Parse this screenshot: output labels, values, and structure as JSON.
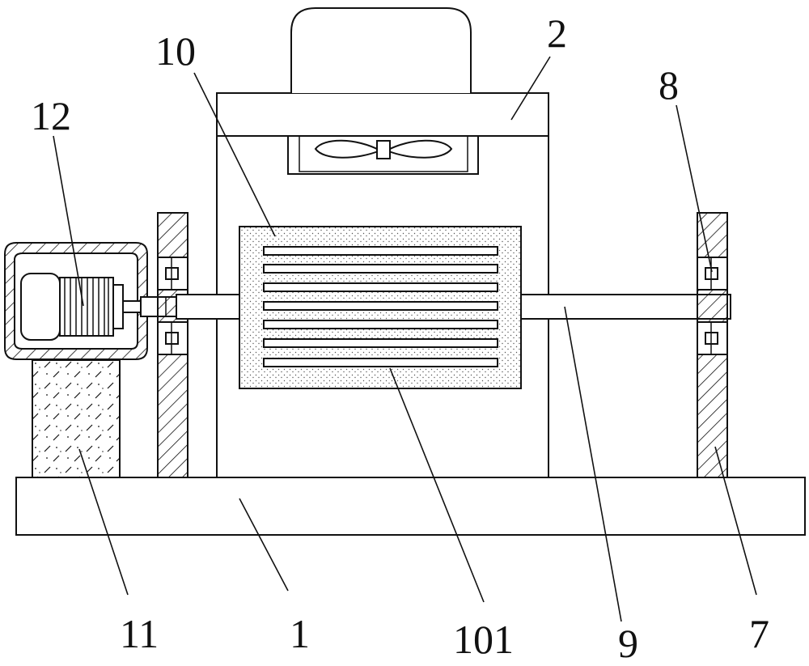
{
  "labels": {
    "base": "1",
    "housing": "2",
    "right_support": "7",
    "bearing": "8",
    "shaft": "9",
    "drum": "10",
    "groove": "101",
    "motor_stand": "11",
    "motor": "12"
  },
  "colors": {
    "line": "#111111",
    "background": "#ffffff"
  }
}
